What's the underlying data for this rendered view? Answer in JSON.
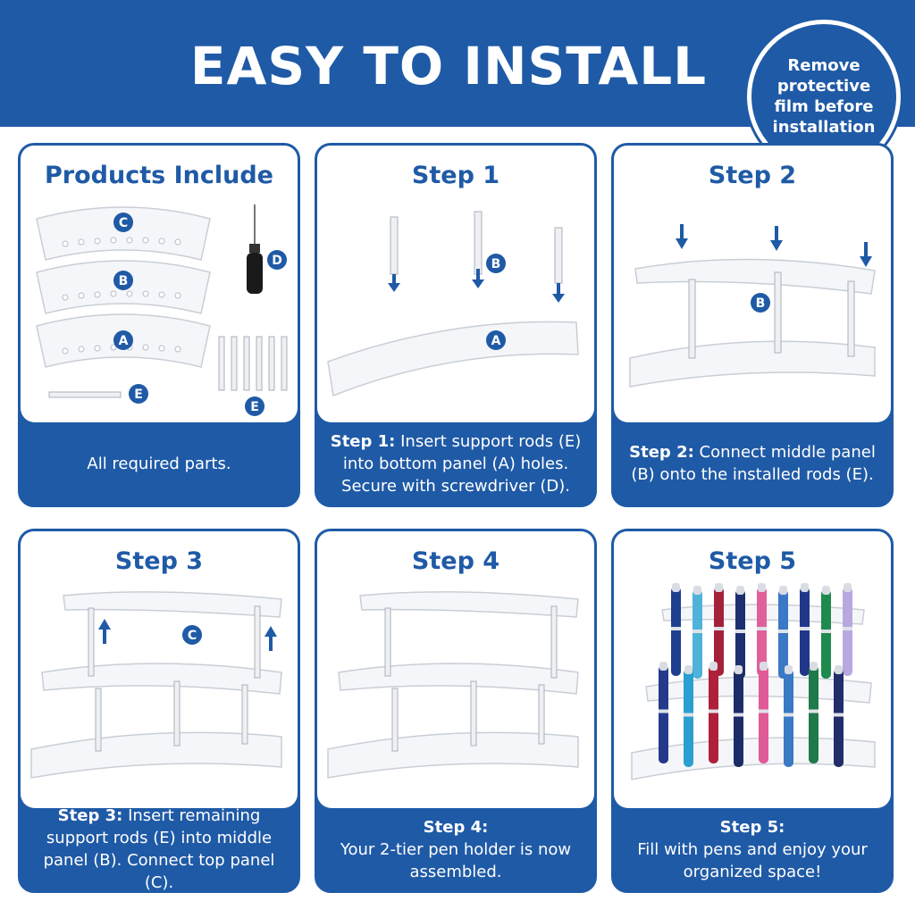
{
  "header": {
    "title": "EASY TO INSTALL"
  },
  "badge": {
    "text": "Remove protective film before installation"
  },
  "panels": [
    {
      "title": "Products Include",
      "caption_bold": "",
      "caption_text": "All required parts.",
      "labels": {
        "c": "C",
        "b": "B",
        "a": "A",
        "d": "D",
        "e1": "E",
        "e2": "E"
      }
    },
    {
      "title": "Step 1",
      "caption_bold": "Step 1:",
      "caption_text": "Insert support rods (E) into bottom panel (A) holes. Secure with screwdriver (D).",
      "labels": {
        "b": "B",
        "a": "A"
      }
    },
    {
      "title": "Step 2",
      "caption_bold": "Step 2:",
      "caption_text": "Connect middle panel (B) onto the installed rods (E).",
      "labels": {
        "b": "B"
      }
    },
    {
      "title": "Step 3",
      "caption_bold": "Step 3:",
      "caption_text": "Insert remaining support rods (E) into middle panel (B). Connect top panel (C).",
      "labels": {
        "c": "C"
      }
    },
    {
      "title": "Step 4",
      "caption_bold": "Step 4:",
      "caption_text": "Your 2-tier pen holder is now assembled.",
      "labels": {}
    },
    {
      "title": "Step 5",
      "caption_bold": "Step 5:",
      "caption_text": "Fill with pens and enjoy your organized space!",
      "labels": {}
    }
  ],
  "colors": {
    "brand": "#1f5aa6",
    "white": "#ffffff",
    "pens": [
      "#1e3f8f",
      "#4fb3d9",
      "#a3223a",
      "#1d2f6e",
      "#e0609a",
      "#3b78c6",
      "#22378a",
      "#1f8a4d",
      "#b9a7e0",
      "#243b8c",
      "#2a9fd0",
      "#b0203a",
      "#1b2c66",
      "#e05a97",
      "#3a79c4",
      "#1f7a4a",
      "#222e6a"
    ]
  }
}
